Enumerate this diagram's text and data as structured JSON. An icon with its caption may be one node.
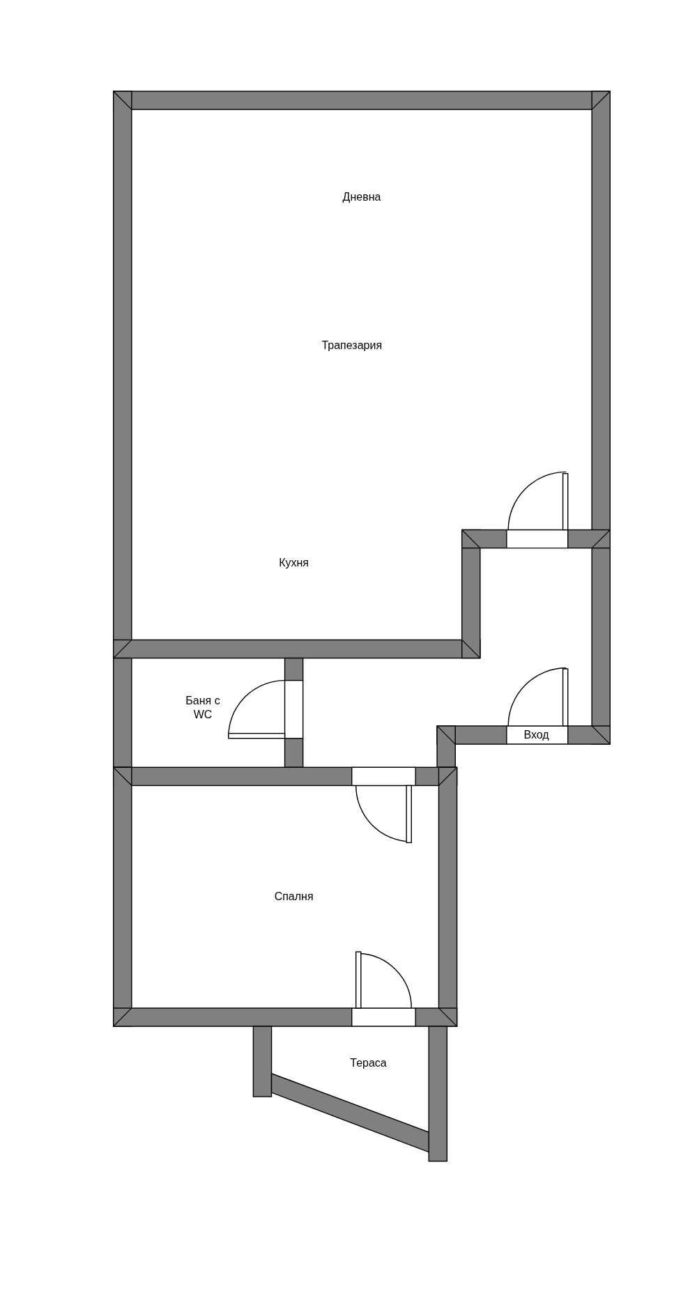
{
  "diagram": {
    "labels": [
      "Дневна",
      "Трапезария",
      "Кухня",
      "Баня с WC",
      "Вход",
      "Спалня",
      "Тераса"
    ]
  }
}
